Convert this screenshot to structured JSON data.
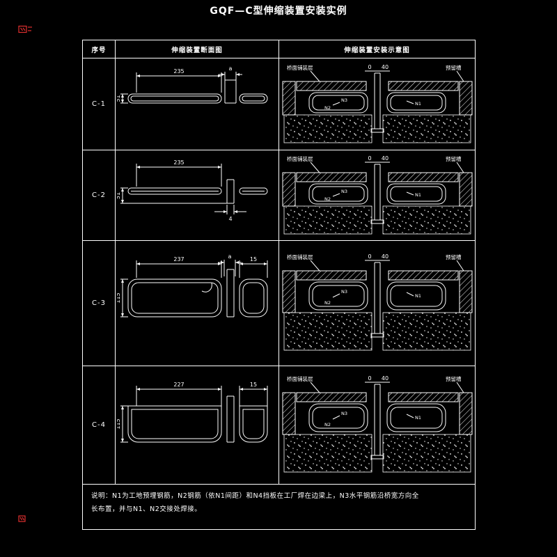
{
  "title": "GQF—C型伸缩装置安装实例",
  "colors": {
    "background": "#000000",
    "line": "#ffffff",
    "stamp": "#e03030"
  },
  "icons": {
    "top_left_stamp": "red-stamp",
    "bottom_left_stamp": "red-stamp"
  },
  "table": {
    "headers": [
      "序号",
      "伸缩装置断面图",
      "伸缩装置安装示意图"
    ],
    "rows": [
      {
        "id": "C-1",
        "section": {
          "w": "235",
          "h": "51",
          "gap": "a"
        },
        "install": {
          "pave": "桥面铺装层",
          "slot": "预留槽",
          "dim0": "0",
          "dim40": "40",
          "n3": "N3",
          "n2": "N2",
          "n1": "N1"
        }
      },
      {
        "id": "C-2",
        "section": {
          "w": "235",
          "h": "51",
          "gap": "4"
        },
        "install": {
          "pave": "桥面铺装层",
          "slot": "预留槽",
          "dim0": "0",
          "dim40": "40",
          "n3": "N3",
          "n2": "N2",
          "n1": "N1"
        }
      },
      {
        "id": "C-3",
        "section": {
          "w": "237",
          "h": "115",
          "gap": "a",
          "lip": "15"
        },
        "install": {
          "pave": "桥面铺装层",
          "slot": "预留槽",
          "dim0": "0",
          "dim40": "40",
          "n3": "N3",
          "n2": "N2",
          "n1": "N1"
        }
      },
      {
        "id": "C-4",
        "section": {
          "w": "227",
          "h": "115",
          "lip": "15"
        },
        "install": {
          "pave": "桥面铺装层",
          "slot": "预留槽",
          "dim0": "0",
          "dim40": "40",
          "n3": "N3",
          "n2": "N2",
          "n1": "N1"
        }
      }
    ],
    "note_line1": "说明：N1为工地预埋钢筋，N2钢筋（依N1间距）和N4挡板在工厂焊在边梁上，N3水平钢筋沿桥宽方向全",
    "note_line2": "长布置，并与N1、N2交接处焊接。"
  }
}
